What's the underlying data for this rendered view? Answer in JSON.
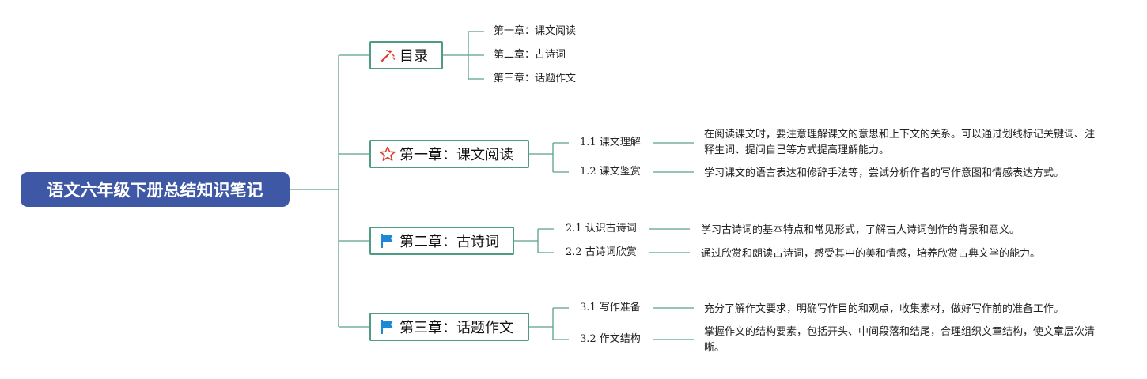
{
  "root": {
    "title": "语文六年级下册总结知识笔记"
  },
  "branches": [
    {
      "title": "目录",
      "icon": "magic-wand-icon",
      "icon_color": "#d93a2c",
      "items": [
        "第一章：课文阅读",
        "第二章：古诗词",
        "第三章：话题作文"
      ]
    },
    {
      "title": "第一章：课文阅读",
      "icon": "star-outline-icon",
      "icon_color": "#d93a2c",
      "subs": [
        {
          "label": "1.1 课文理解",
          "note": "在阅读课文时，要注意理解课文的意思和上下文的关系。可以通过划线标记关键词、注释生词、提问自己等方式提高理解能力。"
        },
        {
          "label": "1.2 课文鉴赏",
          "note": "学习课文的语言表达和修辞手法等，尝试分析作者的写作意图和情感表达方式。"
        }
      ]
    },
    {
      "title": "第二章：古诗词",
      "icon": "flag-icon",
      "icon_color": "#1e88d6",
      "subs": [
        {
          "label": "2.1 认识古诗词",
          "note": "学习古诗词的基本特点和常见形式，了解古人诗词创作的背景和意义。"
        },
        {
          "label": "2.2 古诗词欣赏",
          "note": "通过欣赏和朗读古诗词，感受其中的美和情感，培养欣赏古典文学的能力。"
        }
      ]
    },
    {
      "title": "第三章：话题作文",
      "icon": "flag-icon",
      "icon_color": "#1e88d6",
      "subs": [
        {
          "label": "3.1 写作准备",
          "note": "充分了解作文要求，明确写作目的和观点，收集素材，做好写作前的准备工作。"
        },
        {
          "label": "3.2 作文结构",
          "note": "掌握作文的结构要素，包括开头、中间段落和结尾，合理组织文章结构，使文章层次清晰。"
        }
      ]
    }
  ],
  "colors": {
    "root_bg": "#3f58a5",
    "connector": "#5a9f8d",
    "box_border": "#4f9b86"
  }
}
